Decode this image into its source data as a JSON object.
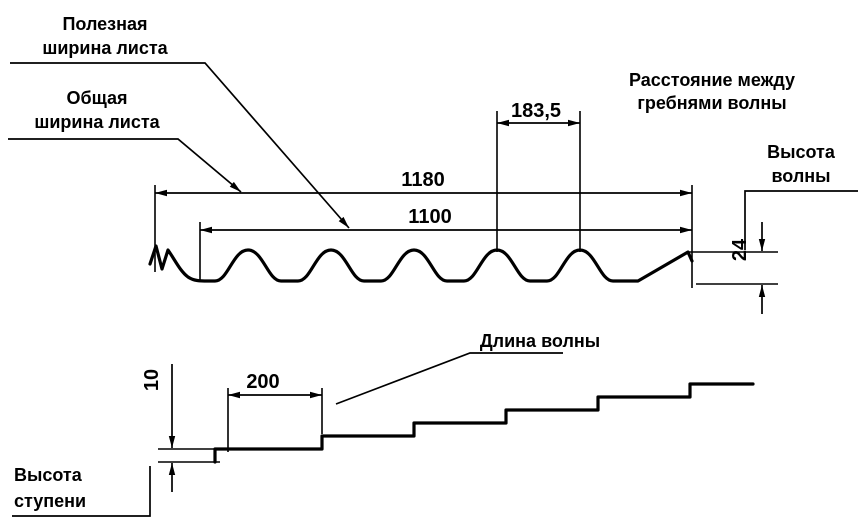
{
  "diagram": {
    "type": "technical-drawing",
    "subject": "metal-roof-tile-profile"
  },
  "labels": {
    "useful_width_line1": "Полезная",
    "useful_width_line2": "ширина листа",
    "total_width_line1": "Общая",
    "total_width_line2": "ширина листа",
    "crest_distance_line1": "Расстояние между",
    "crest_distance_line2": "гребнями волны",
    "wave_height_line1": "Высота",
    "wave_height_line2": "волны",
    "wave_length": "Длина волны",
    "step_height_line1": "Высота",
    "step_height_line2": "ступени"
  },
  "dimensions": {
    "total_width": "1180",
    "useful_width": "1100",
    "crest_distance": "183,5",
    "wave_height": "24",
    "wave_length": "200",
    "step_height": "10"
  }
}
